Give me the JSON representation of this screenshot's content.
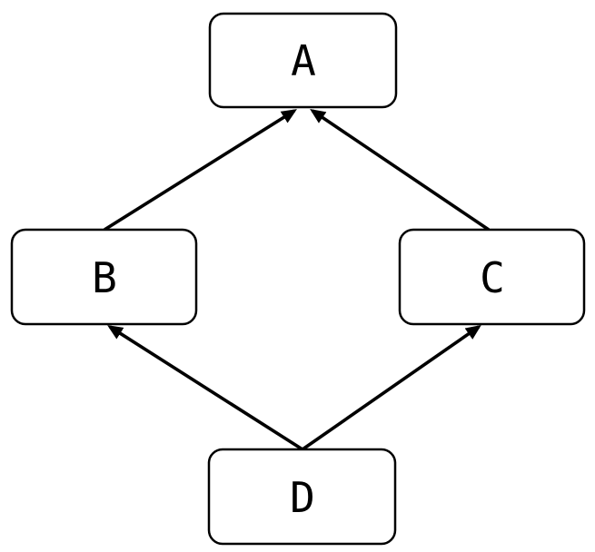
{
  "diagram": {
    "type": "flowchart",
    "background_color": "#ffffff",
    "line_color": "#000000",
    "node_fill_color": "#ffffff",
    "node_border_color": "#000000",
    "nodes": [
      {
        "id": "A",
        "label": "A",
        "position": "top-center"
      },
      {
        "id": "B",
        "label": "B",
        "position": "middle-left"
      },
      {
        "id": "C",
        "label": "C",
        "position": "middle-right"
      },
      {
        "id": "D",
        "label": "D",
        "position": "bottom-center"
      }
    ],
    "edges": [
      {
        "from": "B",
        "to": "A",
        "arrowhead_at": "A"
      },
      {
        "from": "C",
        "to": "A",
        "arrowhead_at": "A"
      },
      {
        "from": "D",
        "to": "B",
        "arrowhead_at": "B"
      },
      {
        "from": "D",
        "to": "C",
        "arrowhead_at": "C"
      }
    ]
  }
}
